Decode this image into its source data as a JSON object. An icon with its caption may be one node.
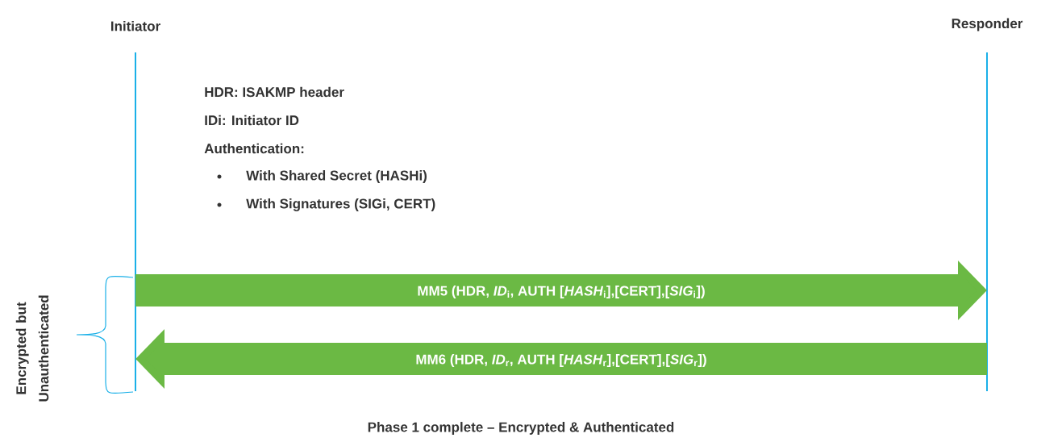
{
  "diagram": {
    "nodes": [
      {
        "text": [
          "Initiator"
        ]
      },
      {
        "text": [
          "Responder"
        ]
      }
    ],
    "edges": [
      {
        "from": 0,
        "to": 1,
        "arrow": "to",
        "label": "MM5 (HDR, *ID*$_{i}$, AUTH [*HASH*$_{i}$],[CERT],[*SIG*$_{i}$])"
      },
      {
        "from": 1,
        "to": 0,
        "arrow": "to",
        "label": "MM6 (HDR, *ID*$_{r}$, AUTH [*HASH*$_{r}$],[CERT],[*SIG*$_{r}$])"
      }
    ],
    "labels": [
      "HDR: ISAKMP header",
      "IDi: Initiator ID",
      "Authentication:",
      "With Shared Secret (HASHi)",
      "With Signatures (SIGi, CERT)",
      "Encrypted but Unauthenticated",
      "Phase 1 complete – Encrypted & Authenticated"
    ]
  }
}
